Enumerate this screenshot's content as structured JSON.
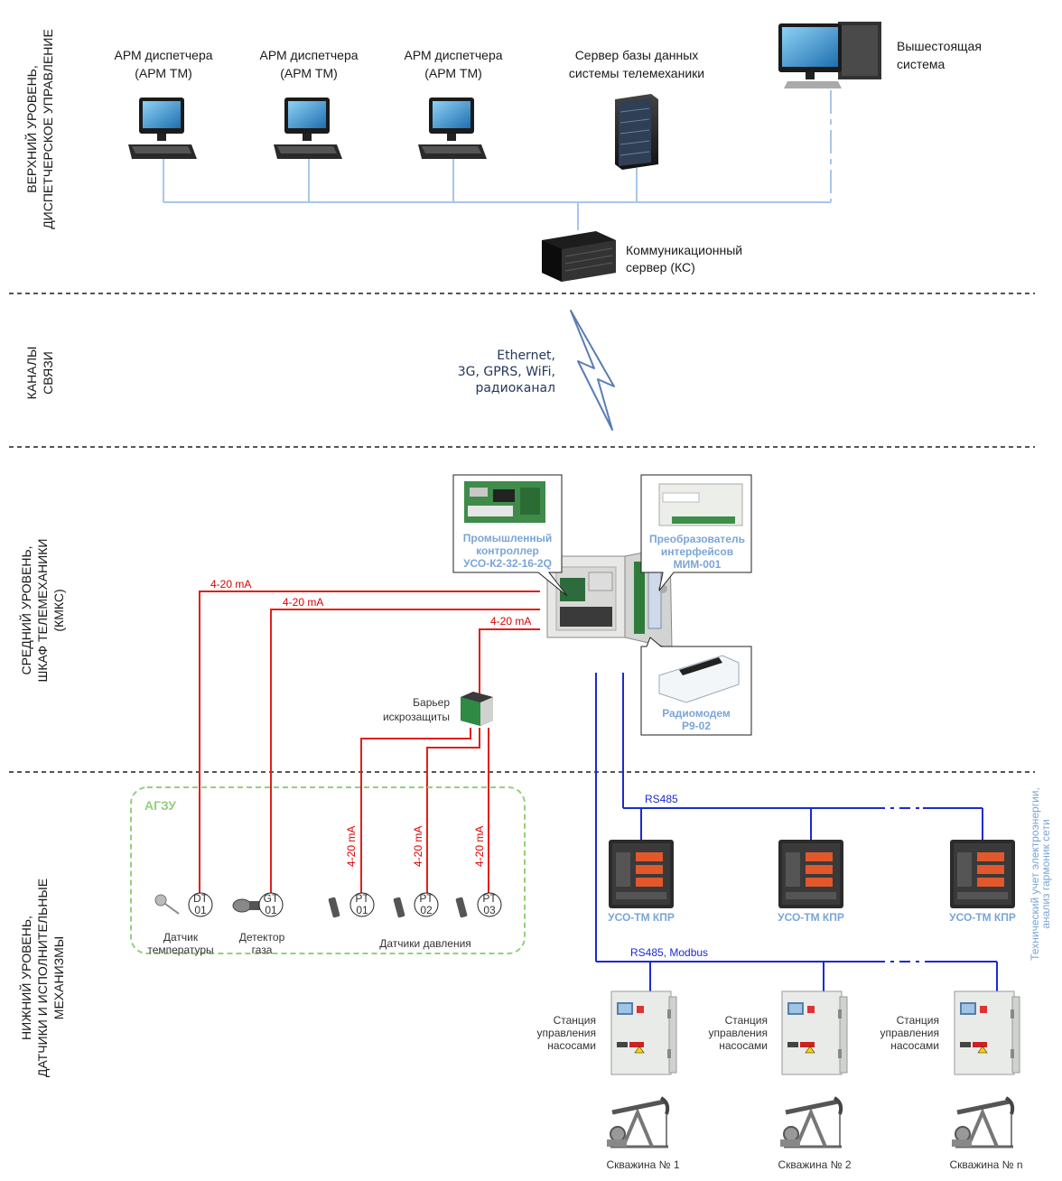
{
  "levels": {
    "top": [
      "ВЕРХНИЙ УРОВЕНЬ,",
      "ДИСПЕТЧЕРСКОЕ УПРАВЛЕНИЕ"
    ],
    "channels": [
      "КАНАЛЫ",
      "СВЯЗИ"
    ],
    "middle": [
      "СРЕДНИЙ УРОВЕНЬ,",
      "ШКАФ ТЕЛЕМЕХАНИКИ",
      "(КМКС)"
    ],
    "bottom": [
      "НИЖНИЙ УРОВЕНЬ,",
      "ДАТЧИКИ И ИСПОЛНИТЕЛЬНЫЕ",
      "МЕХАНИЗМЫ"
    ]
  },
  "top": {
    "arm1": [
      "АРМ диспетчера",
      "(АРМ ТМ)"
    ],
    "arm2": [
      "АРМ диспетчера",
      "(АРМ ТМ)"
    ],
    "arm3": [
      "АРМ диспетчера",
      "(АРМ ТМ)"
    ],
    "db_server": [
      "Сервер базы данных",
      "системы телемеханики"
    ],
    "upper_system": [
      "Вышестоящая",
      "система"
    ],
    "comm_server": [
      "Коммуникационный",
      "сервер (КС)"
    ]
  },
  "channels": [
    "Ethernet,",
    "3G, GPRS, WiFi,",
    "радиоканал"
  ],
  "middle": {
    "controller": [
      "Промышленный",
      "контроллер",
      "УСО-К2-32-16-2Q"
    ],
    "converter": [
      "Преобразователь",
      "интерфейсов",
      "МИМ-001"
    ],
    "radiomodem": [
      "Радиомодем",
      "Р9-02"
    ],
    "barrier": [
      "Барьер",
      "искрозащиты"
    ],
    "signal": "4-20 mA"
  },
  "bottom": {
    "agzu": "АГЗУ",
    "temp_sensor": [
      "Датчик",
      "температуры"
    ],
    "gas_detector": [
      "Детектор",
      "газа"
    ],
    "pressure_sensors": "Датчики давления",
    "tags": [
      [
        "DT",
        "01"
      ],
      [
        "GT",
        "01"
      ],
      [
        "PT",
        "01"
      ],
      [
        "PT",
        "02"
      ],
      [
        "PT",
        "03"
      ]
    ],
    "rs485": "RS485",
    "rs485_modbus": "RS485, Modbus",
    "uso_kpr": "УСО-ТМ КПР",
    "station": [
      "Станция",
      "управления",
      "насосами"
    ],
    "wells": [
      "Скважина № 1",
      "Скважина № 2",
      "Скважина № n"
    ],
    "energy_note": [
      "Технический учет электроэнергии,",
      "анализ гармоник сети"
    ]
  },
  "colors": {
    "link_blue": "#a9c6ea",
    "rs485": "#1a2bd0",
    "signal_red": "#e0201a",
    "agzu_green": "#93d07a",
    "dashed": "#555555"
  },
  "icons": [
    "workstation-icon",
    "server-rack-icon",
    "desktop-pc-icon",
    "rack-server-icon",
    "lightning-icon",
    "cabinet-icon",
    "barrier-module-icon",
    "meter-icon",
    "pump-station-icon",
    "pumpjack-icon"
  ]
}
